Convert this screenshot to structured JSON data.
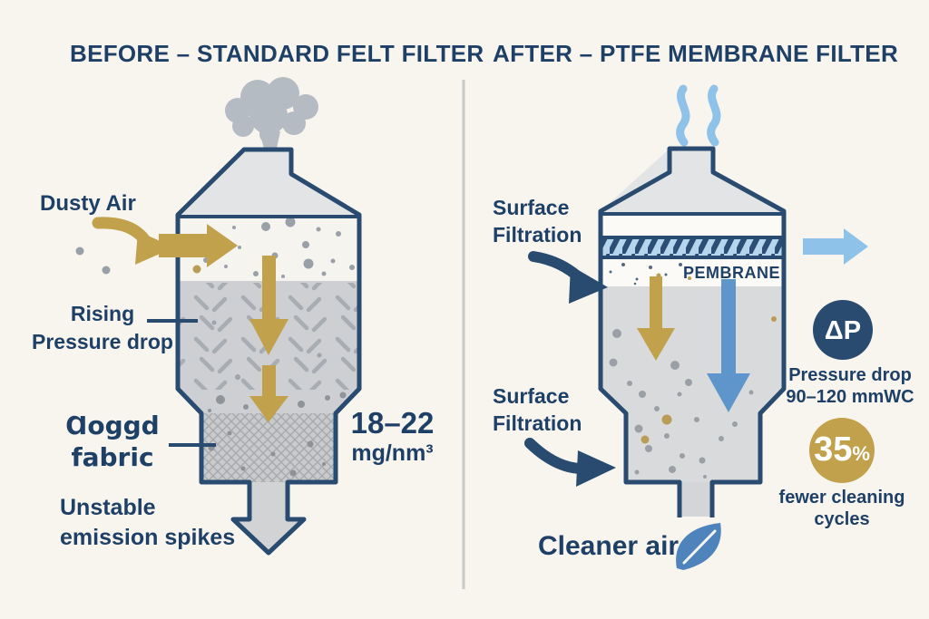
{
  "colors": {
    "bg": "#f8f5ef",
    "text": "#1f4066",
    "navy": "#2a4b70",
    "gold": "#c2a14d",
    "lblue": "#8fc2e9",
    "mblue": "#5e96cb",
    "leaf": "#4e84bb",
    "divider": "#c7cac7"
  },
  "before": {
    "title": "BEFORE – STANDARD FELT FILTER",
    "labels": {
      "dusty_air": "Dusty Air",
      "rising_line1": "Rising",
      "rising_line2": "Pressure drop",
      "clogged_line1": "Ɑoggd",
      "clogged_line2": "fabric",
      "unstable_line1": "Unstable",
      "unstable_line2": "emission spikes",
      "emission_value": "18–22",
      "emission_unit": "mg/nm³"
    }
  },
  "after": {
    "title": "AFTER – PTFE MEMBRANE FILTER",
    "labels": {
      "surface_top_line1": "Surface",
      "surface_top_line2": "Filtration",
      "surface_bottom_line1": "Surface",
      "surface_bottom_line2": "Filtration",
      "membrane": "PEMBRANE",
      "cleaner_air": "Cleaner air"
    },
    "stats": {
      "dp_symbol": "ΔP",
      "pressure_line1": "Pressure drop",
      "pressure_line2": "90–120 mmWC",
      "percent_value": "35",
      "percent_sign": "%",
      "fewer_line1": "fewer cleaning",
      "fewer_line2": "cycles"
    }
  }
}
